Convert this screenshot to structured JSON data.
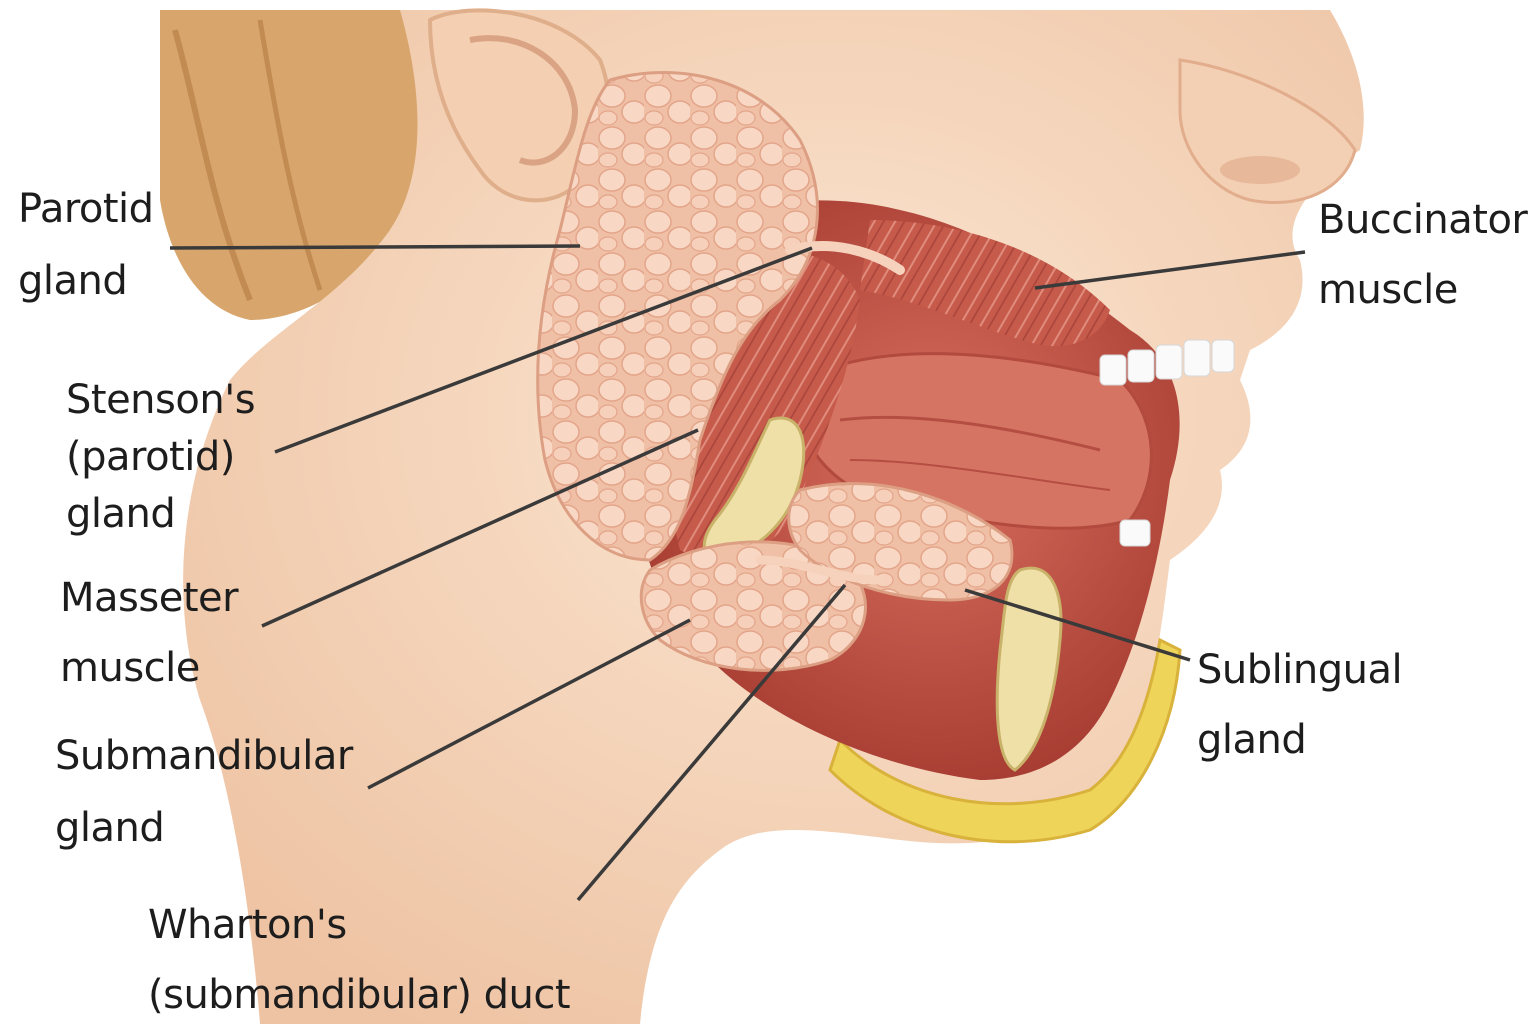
{
  "labels": {
    "parotid": {
      "line1": "Parotid",
      "line2": "gland"
    },
    "stenson": {
      "line1": "Stenson's",
      "line2": "(parotid)",
      "line3": "gland"
    },
    "masseter": {
      "line1": "Masseter",
      "line2": "muscle"
    },
    "submandibular": {
      "line1": "Submandibular",
      "line2": "gland"
    },
    "wharton": {
      "line1": "Wharton's",
      "line2": "(submandibular) duct"
    },
    "buccinator": {
      "line1": "Buccinator",
      "line2": "muscle"
    },
    "sublingual": {
      "line1": "Sublingual",
      "line2": "gland"
    }
  },
  "colors": {
    "skin": "#f7dcc3",
    "skin_shadow": "#e9bd9c",
    "hair": "#d9a870",
    "gland": "#f3c7ad",
    "muscle": "#c9574a",
    "muscle_dark": "#a8392f",
    "bone": "#efe0a8",
    "fat": "#efd45a",
    "leader": "#3a3a3a"
  }
}
